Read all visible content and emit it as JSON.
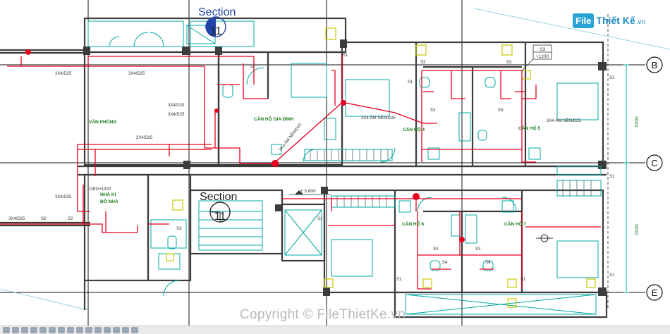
{
  "sections": [
    {
      "title": "Section",
      "number": "11"
    },
    {
      "title": "Section",
      "number": "11"
    }
  ],
  "grid_bubbles": [
    "B",
    "C",
    "E"
  ],
  "dims": {
    "upper": "5600",
    "lower": "5600"
  },
  "rooms": {
    "office": "VĂN PHÒNG",
    "family": "CĂN HỘ GIA ĐÌNH",
    "apt4": "CĂN HỘ 4",
    "apt5": "CĂN HỘ 5",
    "apt6": "CĂN HỘ 6",
    "apt7": "CĂN HỘ 7",
    "storage_line1": "NHÀ KI",
    "storage_line2": "ĐỒ NHÀ"
  },
  "pipe_labels": {
    "p1": "3X4/D25",
    "p2": "3X4/D25",
    "p3": "3X4/D20",
    "p4": "3X4/D25",
    "p5": "3X4/D25",
    "p6": "3X4/D25",
    "p7": "3X4/D25",
    "p8": "3X4-ÂM NỀN/D20",
    "p9": "3X4-ÂM NỀN/D25",
    "p10": "3X4-ÂM NỀN/D25"
  },
  "elevation": "± 3.600",
  "db_tag": "DB3/+1300",
  "switch_tags": [
    "S1",
    "S2",
    "S3",
    "S4"
  ],
  "callout": {
    "top": "S3",
    "bottom": "+1200"
  },
  "logo": {
    "badge": "File",
    "text": "Thiết Kế",
    "domain": ".vn"
  },
  "watermark": "Copyright © FileThietKe.vn",
  "colors": {
    "wall": "#3c3c3c",
    "wiring": "#e6001e",
    "fixtures": "#00a9a4",
    "grid": "#111111",
    "equipment": "#c8c800",
    "section_text": "#2244aa"
  }
}
